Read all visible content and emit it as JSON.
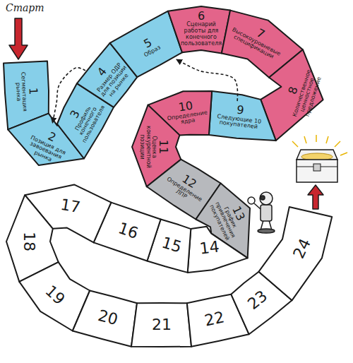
{
  "diagram": {
    "nodes": [
      {
        "text": [
          "1",
          "Сегментация рынка"
        ]
      },
      {
        "text": [
          "2",
          "Позиция для завоевания рынка"
        ]
      },
      {
        "text": [
          "3",
          "Профиль конечного пользователя"
        ]
      },
      {
        "text": [
          "4",
          "Размер ОДР для позиции на рынке"
        ]
      },
      {
        "text": [
          "5",
          "Образ"
        ]
      },
      {
        "text": [
          "6",
          "Сценарий работы для конечного пользователя"
        ]
      },
      {
        "text": [
          "7",
          "Высокоуровневые спецификации"
        ]
      },
      {
        "text": [
          "8",
          "Количественное ценностное предложение"
        ]
      },
      {
        "text": [
          "9",
          "Следующие 10 покупателей"
        ]
      },
      {
        "text": [
          "10",
          "Определение ядра"
        ]
      },
      {
        "text": [
          "11",
          "Оценка конкурентной позиции"
        ]
      },
      {
        "text": [
          "12",
          "Определение ЛПР"
        ]
      },
      {
        "text": [
          "13",
          "График привлечения покупателей"
        ]
      },
      {
        "text": [
          "14"
        ]
      },
      {
        "text": [
          "15"
        ]
      },
      {
        "text": [
          "16"
        ]
      },
      {
        "text": [
          "17"
        ]
      },
      {
        "text": [
          "18"
        ]
      },
      {
        "text": [
          "19"
        ]
      },
      {
        "text": [
          "20"
        ]
      },
      {
        "text": [
          "21"
        ]
      },
      {
        "text": [
          "22"
        ]
      },
      {
        "text": [
          "23"
        ]
      },
      {
        "text": [
          "24"
        ]
      }
    ],
    "edges": [
      {
        "from": 3,
        "to": 1,
        "arrow": "to"
      },
      {
        "from": 8,
        "to": 4,
        "arrow": "to"
      }
    ],
    "labels": [
      "Старт"
    ]
  }
}
